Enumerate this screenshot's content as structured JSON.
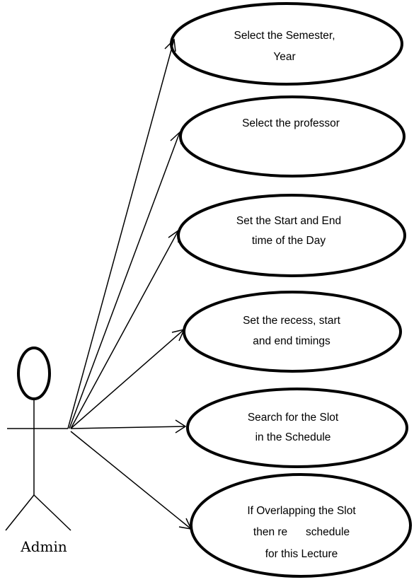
{
  "actor": {
    "name": "Admin"
  },
  "use_cases": [
    {
      "lines": [
        "Select the Semester,",
        "Year"
      ]
    },
    {
      "lines": [
        "Select the professor"
      ]
    },
    {
      "lines": [
        "Set the Start and End",
        "time of the Day"
      ]
    },
    {
      "lines": [
        "Set the recess, start",
        "and end timings"
      ]
    },
    {
      "lines": [
        "Search for the Slot",
        "in the Schedule"
      ]
    },
    {
      "lines": [
        "If Overlapping the Slot",
        "then re      schedule",
        "for this Lecture"
      ]
    }
  ]
}
